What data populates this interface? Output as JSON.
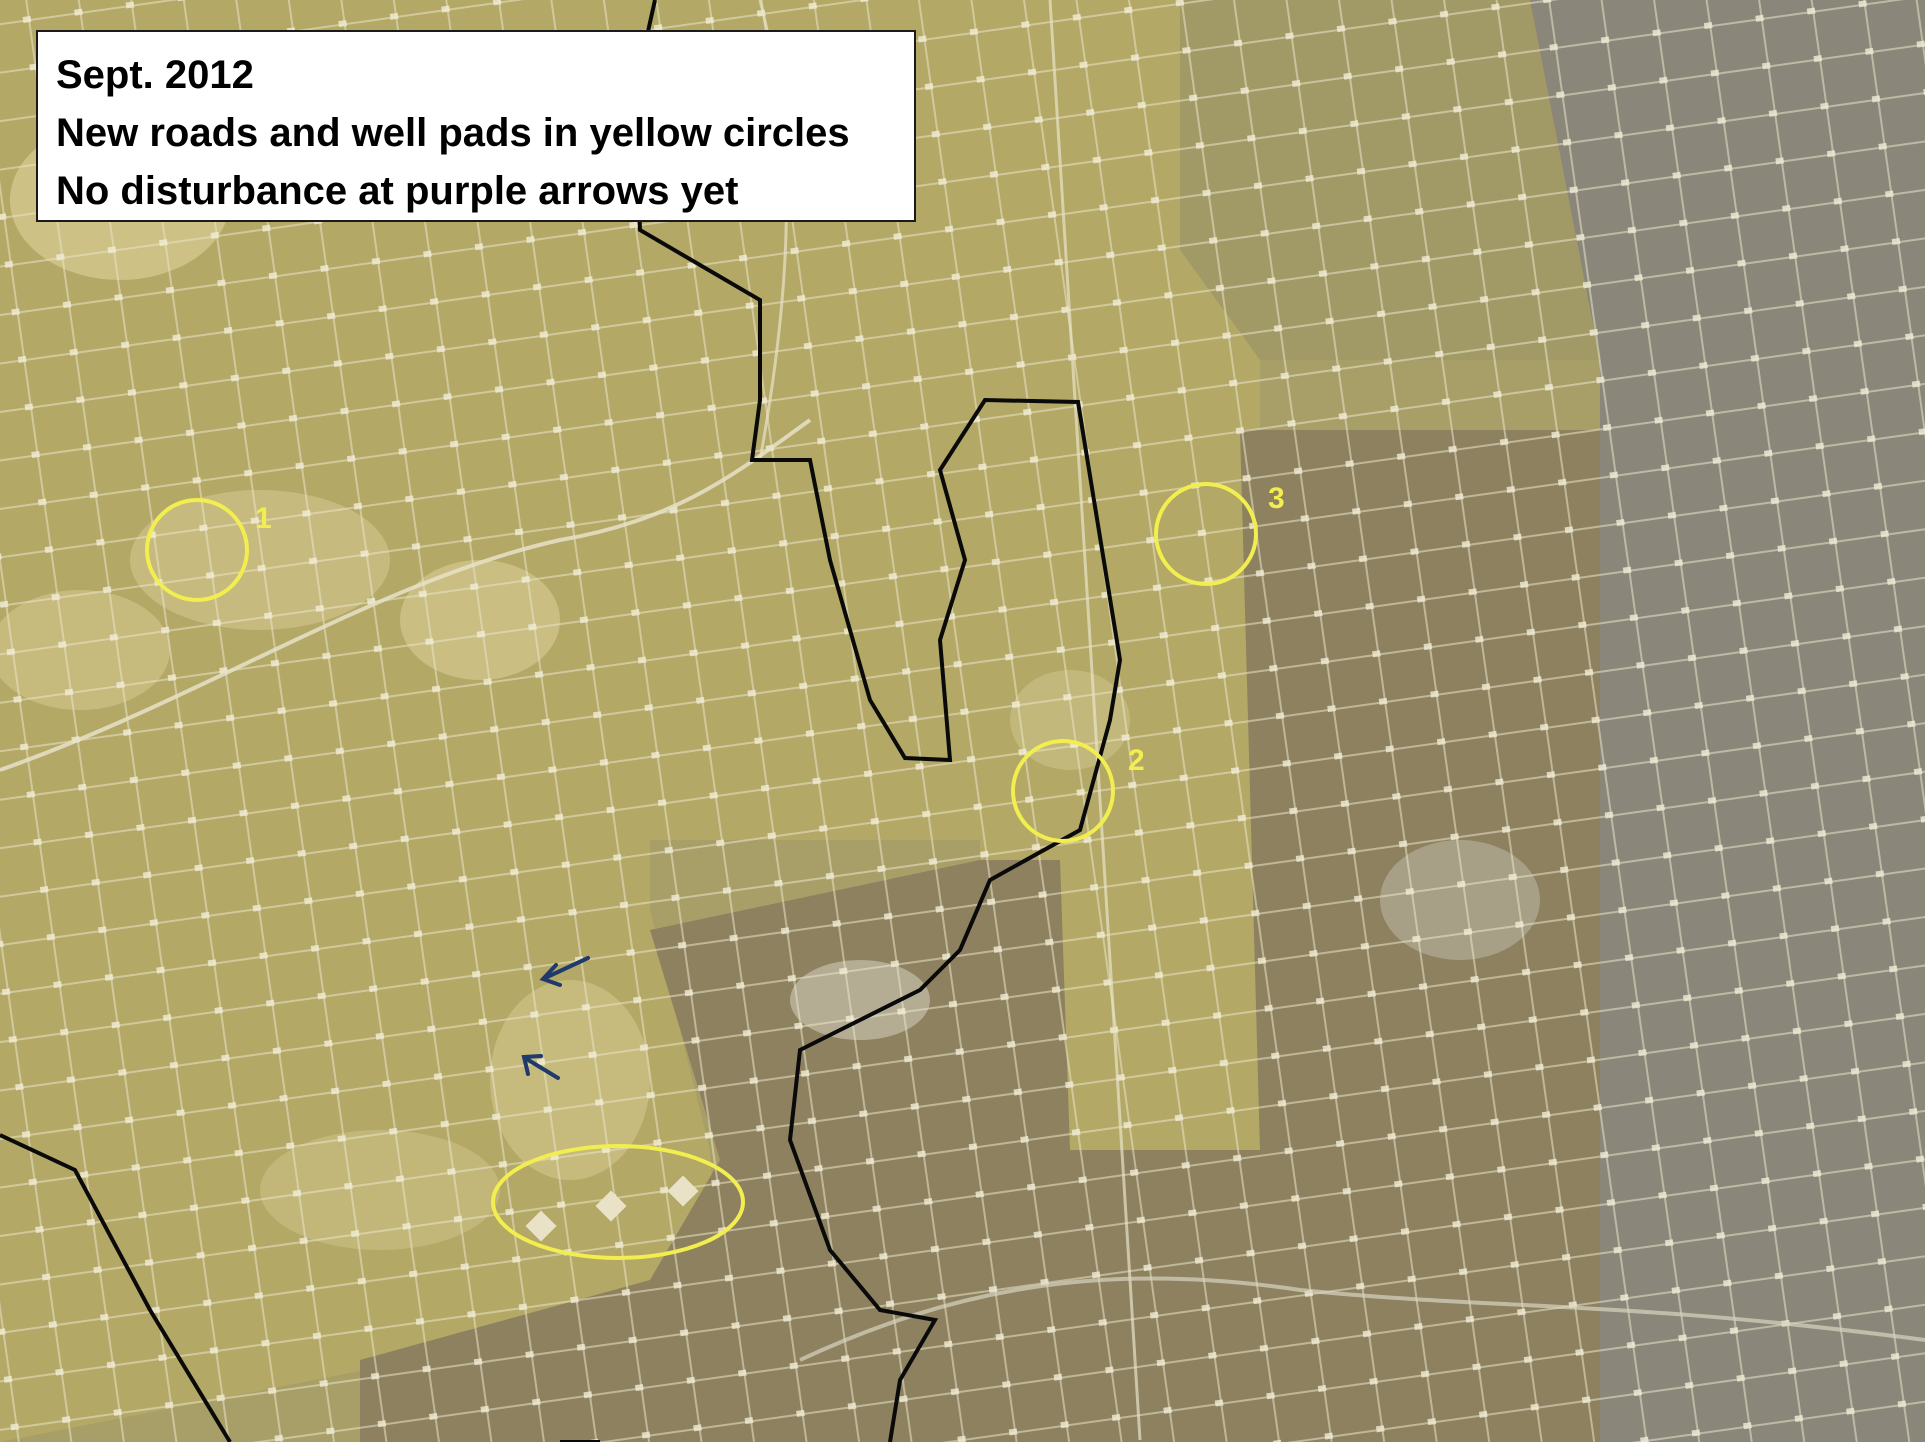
{
  "caption": {
    "lines": [
      "Sept. 2012",
      "New roads and well pads in yellow circles",
      "No disturbance at purple arrows yet"
    ]
  },
  "markers": [
    {
      "id": "1",
      "label": "1"
    },
    {
      "id": "2",
      "label": "2"
    },
    {
      "id": "3",
      "label": "3"
    }
  ],
  "colors": {
    "circle": "#f2ee4f",
    "label": "#f2ee4f",
    "arrow": "#1f3a6b",
    "boundary": "#0a0a0a",
    "land_light": "#b9ad70",
    "land_dark": "#8c8157",
    "gray_terrain": "#7d7868"
  }
}
